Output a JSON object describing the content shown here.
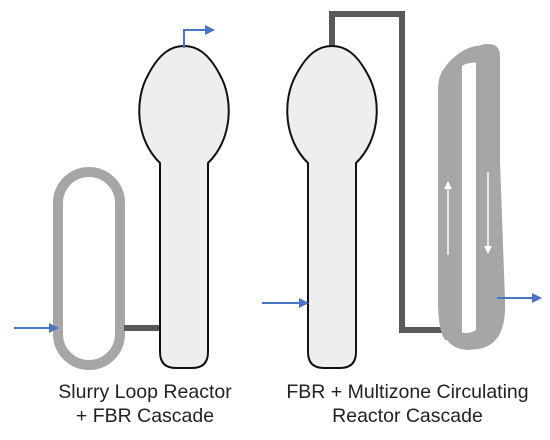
{
  "captions": {
    "left": {
      "line1": "Slurry Loop Reactor",
      "line2": "+ FBR Cascade"
    },
    "right": {
      "line1": "FBR + Multizone Circulating",
      "line2": "Reactor Cascade"
    }
  },
  "colors": {
    "loop_gray": "#a6a6a6",
    "pipe_dark": "#595959",
    "reactor_fill": "#eeeeee",
    "reactor_stroke": "#111111",
    "flow_arrow": "#4a74c4",
    "inner_arrow": "#ffffff"
  }
}
